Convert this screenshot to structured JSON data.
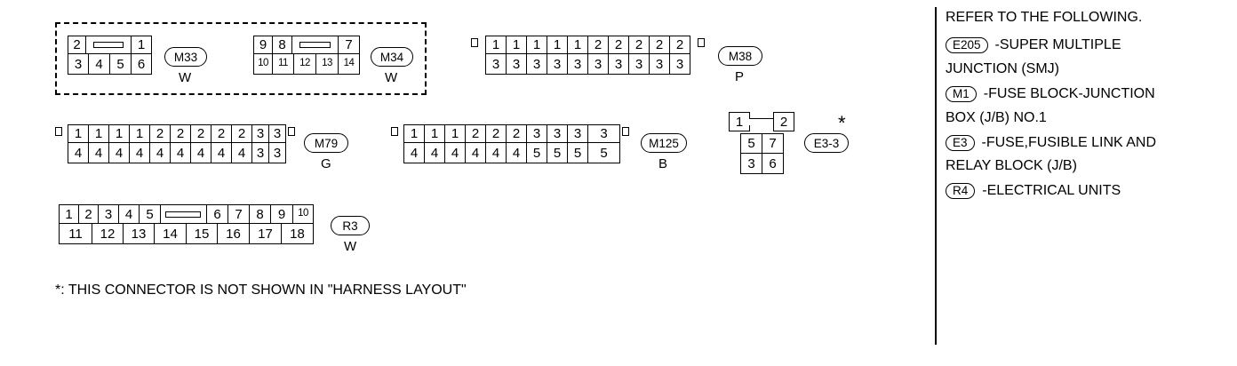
{
  "connectors": {
    "m33": {
      "code": "M33",
      "color": "W",
      "row1": [
        "2",
        "",
        "1"
      ],
      "row2": [
        "3",
        "4",
        "5",
        "6"
      ]
    },
    "m34": {
      "code": "M34",
      "color": "W",
      "row1": [
        "9",
        "8",
        "",
        "7"
      ],
      "row2": [
        "10",
        "11",
        "12",
        "13",
        "14"
      ]
    },
    "m38": {
      "code": "M38",
      "color": "P",
      "row1": [
        "1",
        "1",
        "1",
        "1",
        "1",
        "2",
        "2",
        "2",
        "2",
        "2"
      ],
      "row2": [
        "3",
        "3",
        "3",
        "3",
        "3",
        "3",
        "3",
        "3",
        "3",
        "3"
      ]
    },
    "m79": {
      "code": "M79",
      "color": "G",
      "row1": [
        "1",
        "1",
        "1",
        "1",
        "2",
        "2",
        "2",
        "2",
        "2",
        "3",
        "3"
      ],
      "row2": [
        "4",
        "4",
        "4",
        "4",
        "4",
        "4",
        "4",
        "4",
        "4",
        "3",
        "3"
      ]
    },
    "m125": {
      "code": "M125",
      "color": "B",
      "row1": [
        "1",
        "1",
        "1",
        "2",
        "2",
        "2",
        "3",
        "3",
        "3",
        "3"
      ],
      "row2": [
        "4",
        "4",
        "4",
        "4",
        "4",
        "4",
        "5",
        "5",
        "5",
        "5"
      ]
    },
    "e33": {
      "code": "E3-3",
      "pins": [
        "1",
        "2",
        "5",
        "7",
        "3",
        "6"
      ],
      "star": "*"
    },
    "r3": {
      "code": "R3",
      "color": "W",
      "row1": [
        "1",
        "2",
        "3",
        "4",
        "5",
        "6",
        "7",
        "8",
        "9",
        "10"
      ],
      "row2": [
        "11",
        "12",
        "13",
        "14",
        "15",
        "16",
        "17",
        "18"
      ]
    }
  },
  "note": "*: THIS CONNECTOR IS NOT SHOWN IN \"HARNESS LAYOUT\"",
  "reference": {
    "header": "REFER TO THE FOLLOWING.",
    "items": [
      {
        "code": "E205",
        "line1": "-SUPER MULTIPLE",
        "line2": "JUNCTION (SMJ)"
      },
      {
        "code": "M1",
        "line1": "-FUSE BLOCK-JUNCTION",
        "line2": "BOX (J/B) NO.1"
      },
      {
        "code": "E3",
        "line1": "-FUSE,FUSIBLE LINK AND",
        "line2": "RELAY BLOCK (J/B)"
      },
      {
        "code": "R4",
        "line1": "-ELECTRICAL UNITS",
        "line2": ""
      }
    ]
  }
}
